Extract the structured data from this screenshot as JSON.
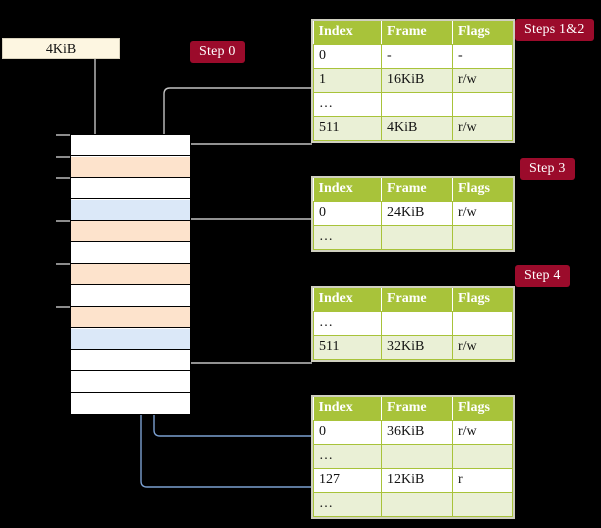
{
  "diagram": {
    "title_badges": [
      {
        "id": "steps-1-2",
        "label": "Steps 1&2"
      },
      {
        "id": "step-3",
        "label": "Step 3"
      },
      {
        "id": "step-4",
        "label": "Step 4"
      },
      {
        "id": "step-0",
        "label": "Step 0"
      }
    ],
    "source_box": {
      "label": "4KiB"
    },
    "colors": {
      "background": "#000000",
      "badge": "#9b0b2b",
      "table_header": "#a8c33a",
      "table_row_alt": "#eaf0d6",
      "highlight": "#fbf6a0",
      "mem_orange": "#fde3cc",
      "mem_blue": "#dbe8f8",
      "source_box": "#fdf6e1",
      "wire_gray": "#bdbdbd",
      "wire_blue": "#7a9fd0"
    },
    "columns": [
      "Index",
      "Frame",
      "Flags"
    ],
    "tables": [
      {
        "id": "table-level-1",
        "step": "Steps 1&2",
        "rows": [
          {
            "index": "0",
            "frame": "-",
            "flags": "-",
            "highlight": false
          },
          {
            "index": "1",
            "frame": "16KiB",
            "flags": "r/w",
            "highlight": false
          },
          {
            "index": "…",
            "frame": "",
            "flags": "",
            "highlight": false
          },
          {
            "index": "511",
            "frame": "4KiB",
            "flags": "r/w",
            "highlight": true
          }
        ]
      },
      {
        "id": "table-level-2",
        "step": "Step 3",
        "rows": [
          {
            "index": "0",
            "frame": "24KiB",
            "flags": "r/w",
            "highlight": false
          },
          {
            "index": "…",
            "frame": "",
            "flags": "",
            "highlight": false
          }
        ]
      },
      {
        "id": "table-level-3",
        "step": "Step 4",
        "rows": [
          {
            "index": "…",
            "frame": "",
            "flags": "",
            "highlight": false
          },
          {
            "index": "511",
            "frame": "32KiB",
            "flags": "r/w",
            "highlight": false
          }
        ]
      },
      {
        "id": "table-level-4",
        "step": "",
        "rows": [
          {
            "index": "0",
            "frame": "36KiB",
            "flags": "r/w",
            "highlight": false
          },
          {
            "index": "…",
            "frame": "",
            "flags": "",
            "highlight": false
          },
          {
            "index": "127",
            "frame": "12KiB",
            "flags": "r",
            "highlight": false
          },
          {
            "index": "…",
            "frame": "",
            "flags": "",
            "highlight": false
          }
        ]
      }
    ],
    "memory_column": {
      "row_count": 13,
      "rows": [
        {
          "i": 0,
          "fill": "white"
        },
        {
          "i": 1,
          "fill": "orange"
        },
        {
          "i": 2,
          "fill": "white"
        },
        {
          "i": 3,
          "fill": "blue"
        },
        {
          "i": 4,
          "fill": "orange"
        },
        {
          "i": 5,
          "fill": "white"
        },
        {
          "i": 6,
          "fill": "orange"
        },
        {
          "i": 7,
          "fill": "white"
        },
        {
          "i": 8,
          "fill": "orange"
        },
        {
          "i": 9,
          "fill": "blue"
        },
        {
          "i": 10,
          "fill": "white"
        },
        {
          "i": 11,
          "fill": "white"
        },
        {
          "i": 12,
          "fill": "white"
        }
      ],
      "ticks": [
        0,
        1,
        2,
        4,
        6,
        8
      ]
    }
  }
}
